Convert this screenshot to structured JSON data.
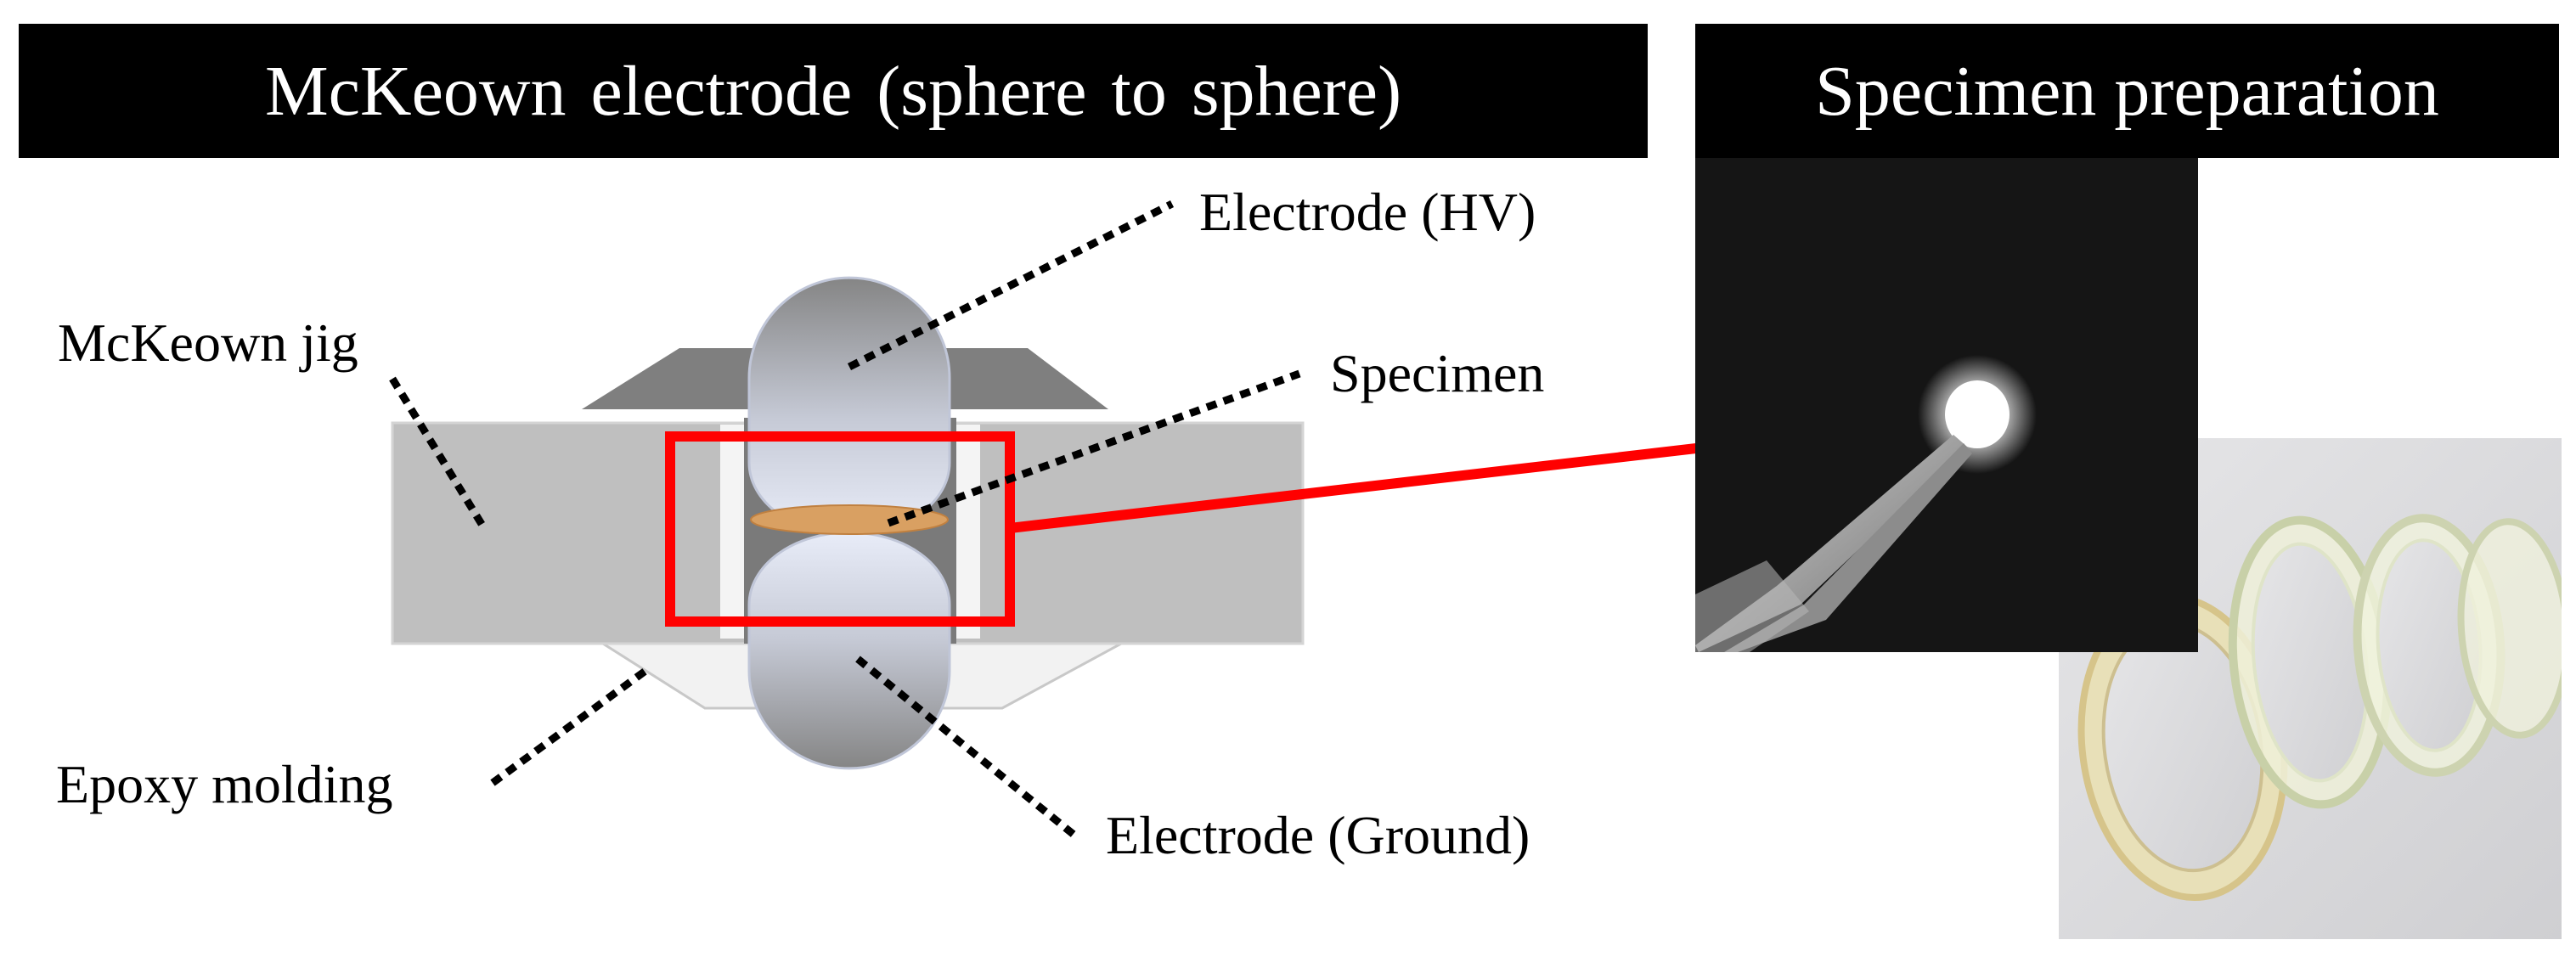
{
  "panels": {
    "left_title": "McKeown electrode (sphere to sphere)",
    "right_title": "Specimen preparation"
  },
  "labels": {
    "electrode_hv": "Electrode (HV)",
    "jig": "McKeown jig",
    "specimen": "Specimen",
    "epoxy": "Epoxy molding",
    "electrode_ground": "Electrode (Ground)"
  },
  "colors": {
    "banner_bg": "#000000",
    "banner_text": "#ffffff",
    "jig_gray": "#c0c0c0",
    "jig_dark": "#7f7f7f",
    "epoxy_fill": "#f2f2f2",
    "specimen_fill": "#d9a062",
    "highlight_red": "#ff0000",
    "photo_dark_bg": "#111111"
  },
  "icons": {
    "photo_tweezers": "tweezers-holding-specimen-photo",
    "photo_rolls": "film-rolls-photo"
  }
}
